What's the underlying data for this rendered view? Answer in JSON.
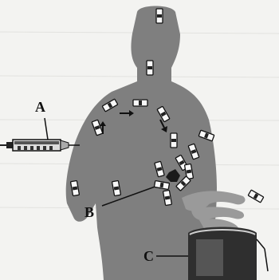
{
  "labels": {
    "a": "A",
    "b": "B",
    "c": "C"
  },
  "colors": {
    "background": "#f3f3f1",
    "body": "#7f7f7f",
    "capsule_fill": "#f8f8f8",
    "capsule_stroke": "#111111",
    "drip_bag": "#2f2f2f",
    "hand": "#9a9a9a"
  }
}
